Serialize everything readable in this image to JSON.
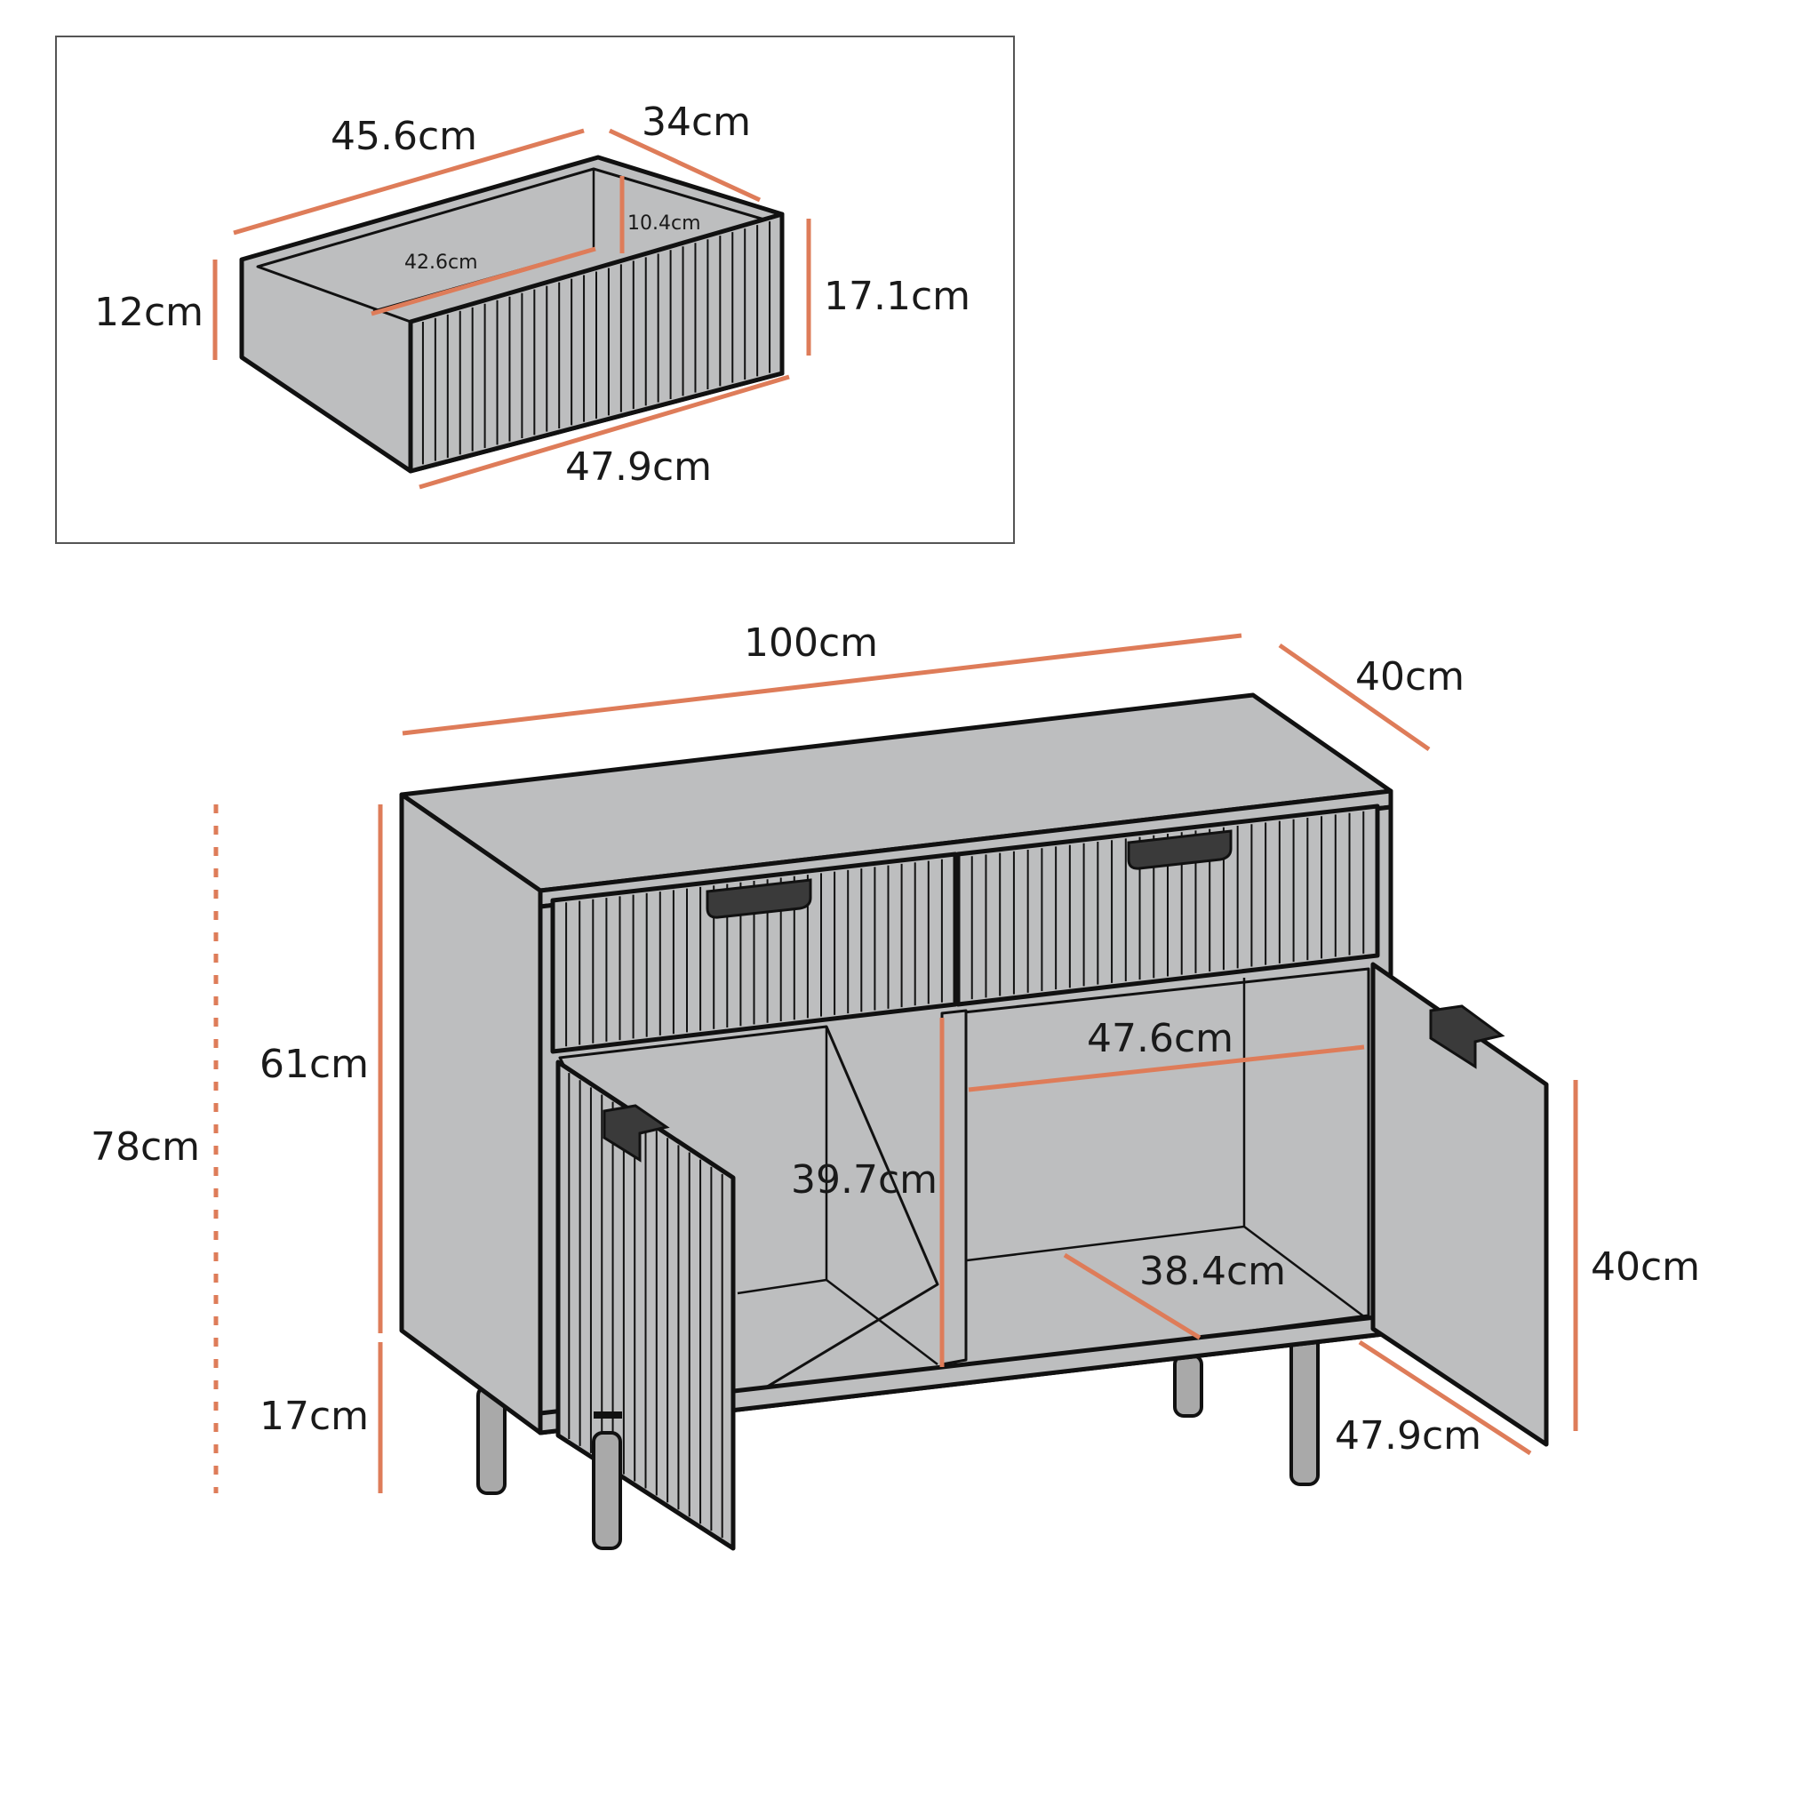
{
  "labels": {
    "drawer_width_outer": "45.6cm",
    "drawer_depth": "34cm",
    "drawer_inner_height": "10.4cm",
    "drawer_inner_width": "42.6cm",
    "drawer_side_height": "12cm",
    "drawer_front_height": "17.1cm",
    "drawer_front_width": "47.9cm",
    "cabinet_width": "100cm",
    "cabinet_depth": "40cm",
    "total_height": "78cm",
    "body_height": "61cm",
    "leg_height": "17cm",
    "compartment_width": "47.6cm",
    "compartment_height": "39.7cm",
    "compartment_depth": "38.4cm",
    "door_height": "40cm",
    "door_width": "47.9cm"
  },
  "colors": {
    "dimension_line": "#de7c59",
    "panel_fill": "#bdbebf",
    "outline": "#111111",
    "handle": "#3a3a3a"
  }
}
